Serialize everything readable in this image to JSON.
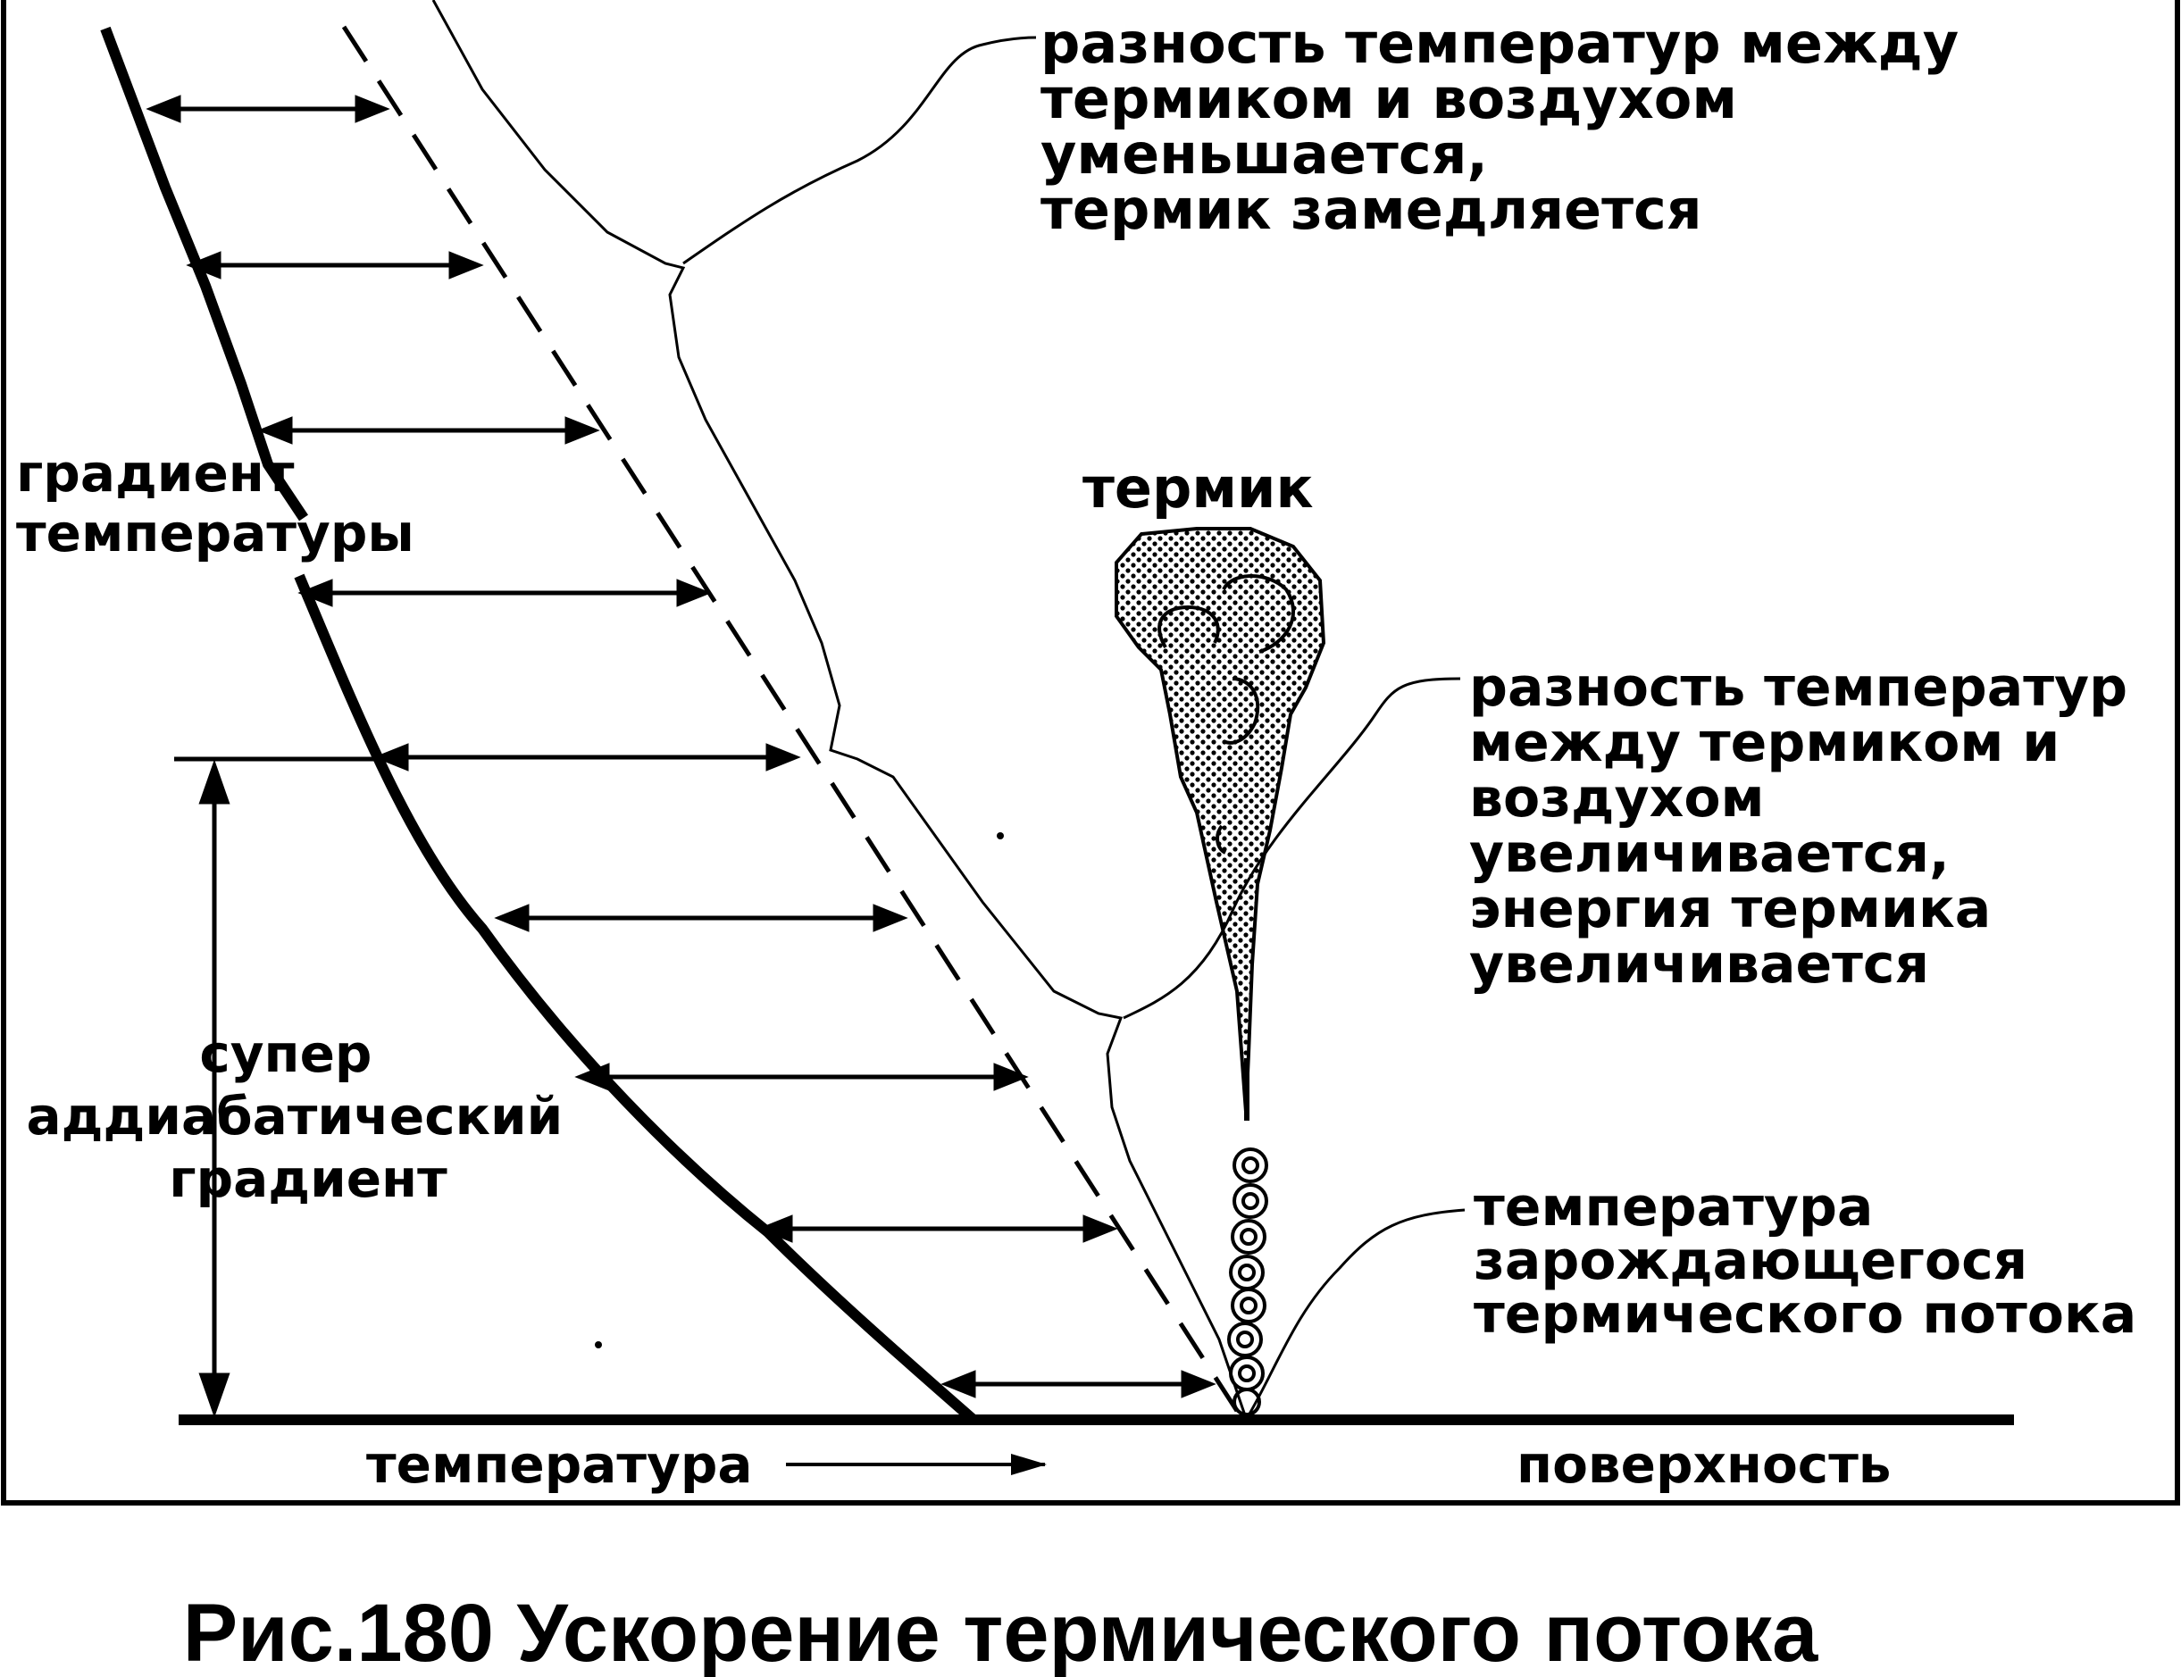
{
  "labels": {
    "top_diff": [
      "разность температур между",
      "термиком и воздухом",
      "уменьшается,",
      "термик замедляется"
    ],
    "gradient": [
      "градиент",
      "температуры"
    ],
    "thermal": "термик",
    "mid_diff": [
      "разность температур",
      "между термиком и",
      "воздухом",
      "увеличивается,",
      "энергия термика",
      "увеличивается"
    ],
    "super": [
      "супер",
      "аддиабатический",
      "градиент"
    ],
    "birth": [
      "температура",
      "зарождающегося",
      "термического потока"
    ],
    "temp_axis": "температура",
    "surface": "поверхность"
  },
  "caption": "Рис.180 Ускорение термического потока"
}
